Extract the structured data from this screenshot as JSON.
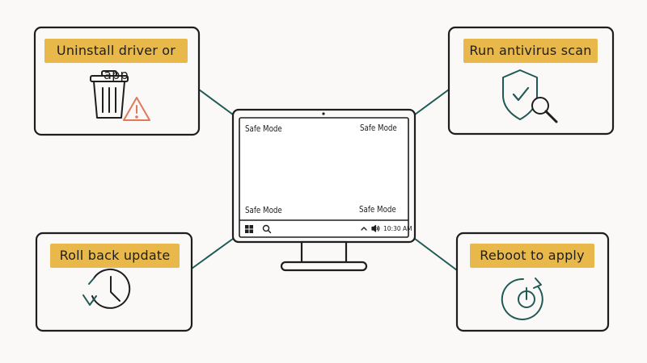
{
  "cards": {
    "uninstall": {
      "label": "Uninstall driver or app",
      "icon": "trash-warning-icon"
    },
    "antivirus": {
      "label": "Run antivirus scan",
      "icon": "shield-check-magnifier-icon"
    },
    "rollback": {
      "label": "Roll back update",
      "icon": "history-clock-icon"
    },
    "reboot": {
      "label": "Reboot to apply",
      "icon": "power-restart-icon"
    }
  },
  "monitor": {
    "watermarks": [
      "Safe Mode",
      "Safe Mode",
      "Safe Mode",
      "Safe Mode"
    ],
    "taskbar": {
      "clock": "10:30 AM"
    }
  },
  "colors": {
    "accent_label": "#e8b94a",
    "connector": "#1f5a55",
    "icon_teal": "#1f5a55",
    "warning": "#e0785a",
    "stroke": "#1e1e1e"
  }
}
